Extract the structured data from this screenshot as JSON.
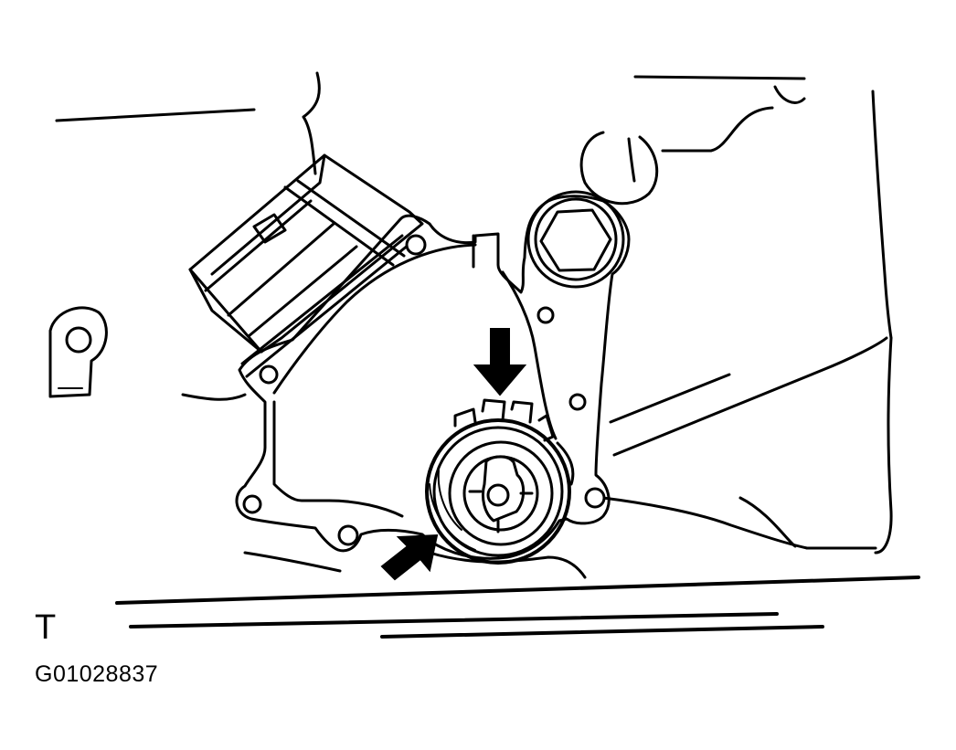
{
  "diagram": {
    "corner_letter": "T",
    "figure_code": "G01028837",
    "colors": {
      "ink": "#000000",
      "background": "#ffffff"
    },
    "arrows": [
      {
        "name": "downward-arrow-icon",
        "direction": "down"
      },
      {
        "name": "diagonal-arrow-icon",
        "direction": "up-right"
      }
    ]
  }
}
